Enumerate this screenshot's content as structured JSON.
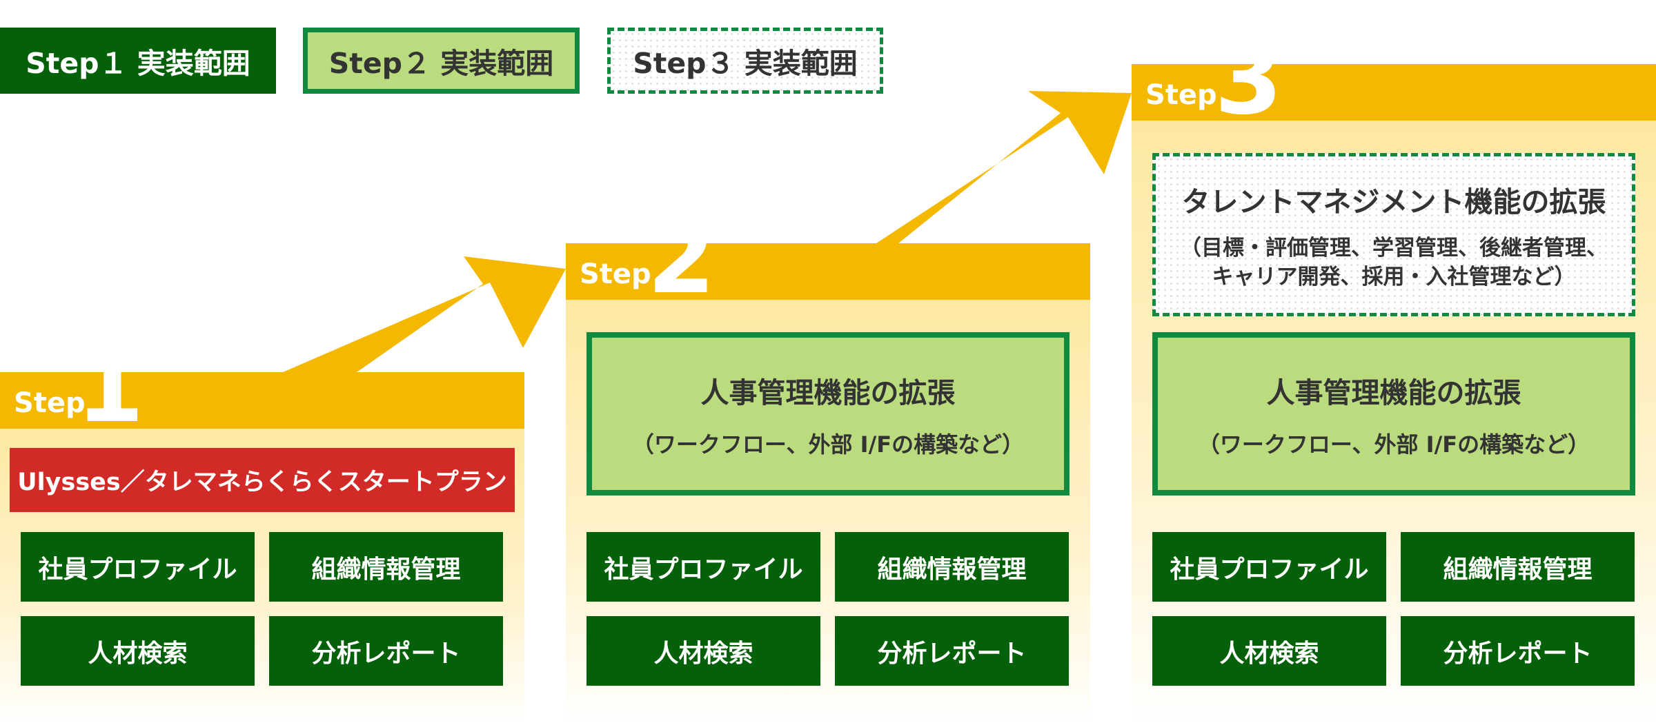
{
  "legend": {
    "step1": "Step１ 実装範囲",
    "step2": "Step２ 実装範囲",
    "step3": "Step３ 実装範囲"
  },
  "steps": [
    {
      "word": "Step",
      "number": "1",
      "plan": "Ulysses／タレマネらくらくスタートプラン",
      "tiles": [
        "社員プロファイル",
        "組織情報管理",
        "人材検索",
        "分析レポート"
      ]
    },
    {
      "word": "Step",
      "number": "2",
      "hr_expansion": {
        "title": "人事管理機能の拡張",
        "subtitle": "（ワークフロー、外部 I/Fの構築など）"
      },
      "tiles": [
        "社員プロファイル",
        "組織情報管理",
        "人材検索",
        "分析レポート"
      ]
    },
    {
      "word": "Step",
      "number": "3",
      "talent_expansion": {
        "title": "タレントマネジメント機能の拡張",
        "subtitle_line1": "（目標・評価管理、学習管理、後継者管理、",
        "subtitle_line2": "キャリア開発、採用・入社管理など）"
      },
      "hr_expansion": {
        "title": "人事管理機能の拡張",
        "subtitle": "（ワークフロー、外部 I/Fの構築など）"
      },
      "tiles": [
        "社員プロファイル",
        "組織情報管理",
        "人材検索",
        "分析レポート"
      ]
    }
  ],
  "colors": {
    "dark_green": "#056109",
    "light_green": "#badb7e",
    "border_green": "#0f8a3e",
    "gold": "#f5b800",
    "red": "#d22a27"
  }
}
